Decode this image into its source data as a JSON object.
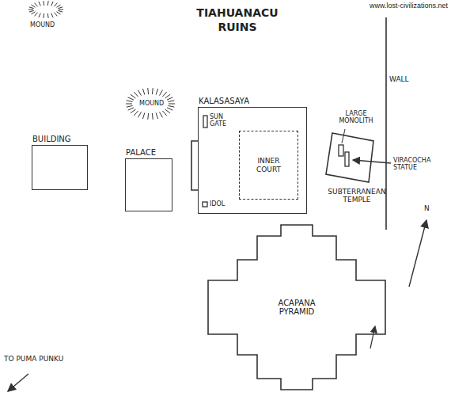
{
  "diagram": {
    "title": "TIAHUANACU RUINS",
    "nodes": [
      {
        "text": [
          "BUILDING"
        ]
      },
      {
        "text": [
          "PALACE"
        ]
      },
      {
        "text": [
          "KALASASAYA"
        ]
      },
      {
        "text": [
          "INNER COURT"
        ],
        "in": 2
      },
      {
        "text": [
          "SUBTERRANEAN TEMPLE"
        ]
      },
      {
        "text": [
          "ACAPANA PYRAMID"
        ]
      }
    ],
    "edges": [],
    "labels": [
      "www.lost-civilizations.net",
      "MOUND",
      "MOUND",
      "SUN GATE",
      "IDOL",
      "LARGE MONOLITH",
      "VIRACOCHA STATUE",
      "WALL",
      "N",
      "TO PUMA PUNKU"
    ]
  }
}
